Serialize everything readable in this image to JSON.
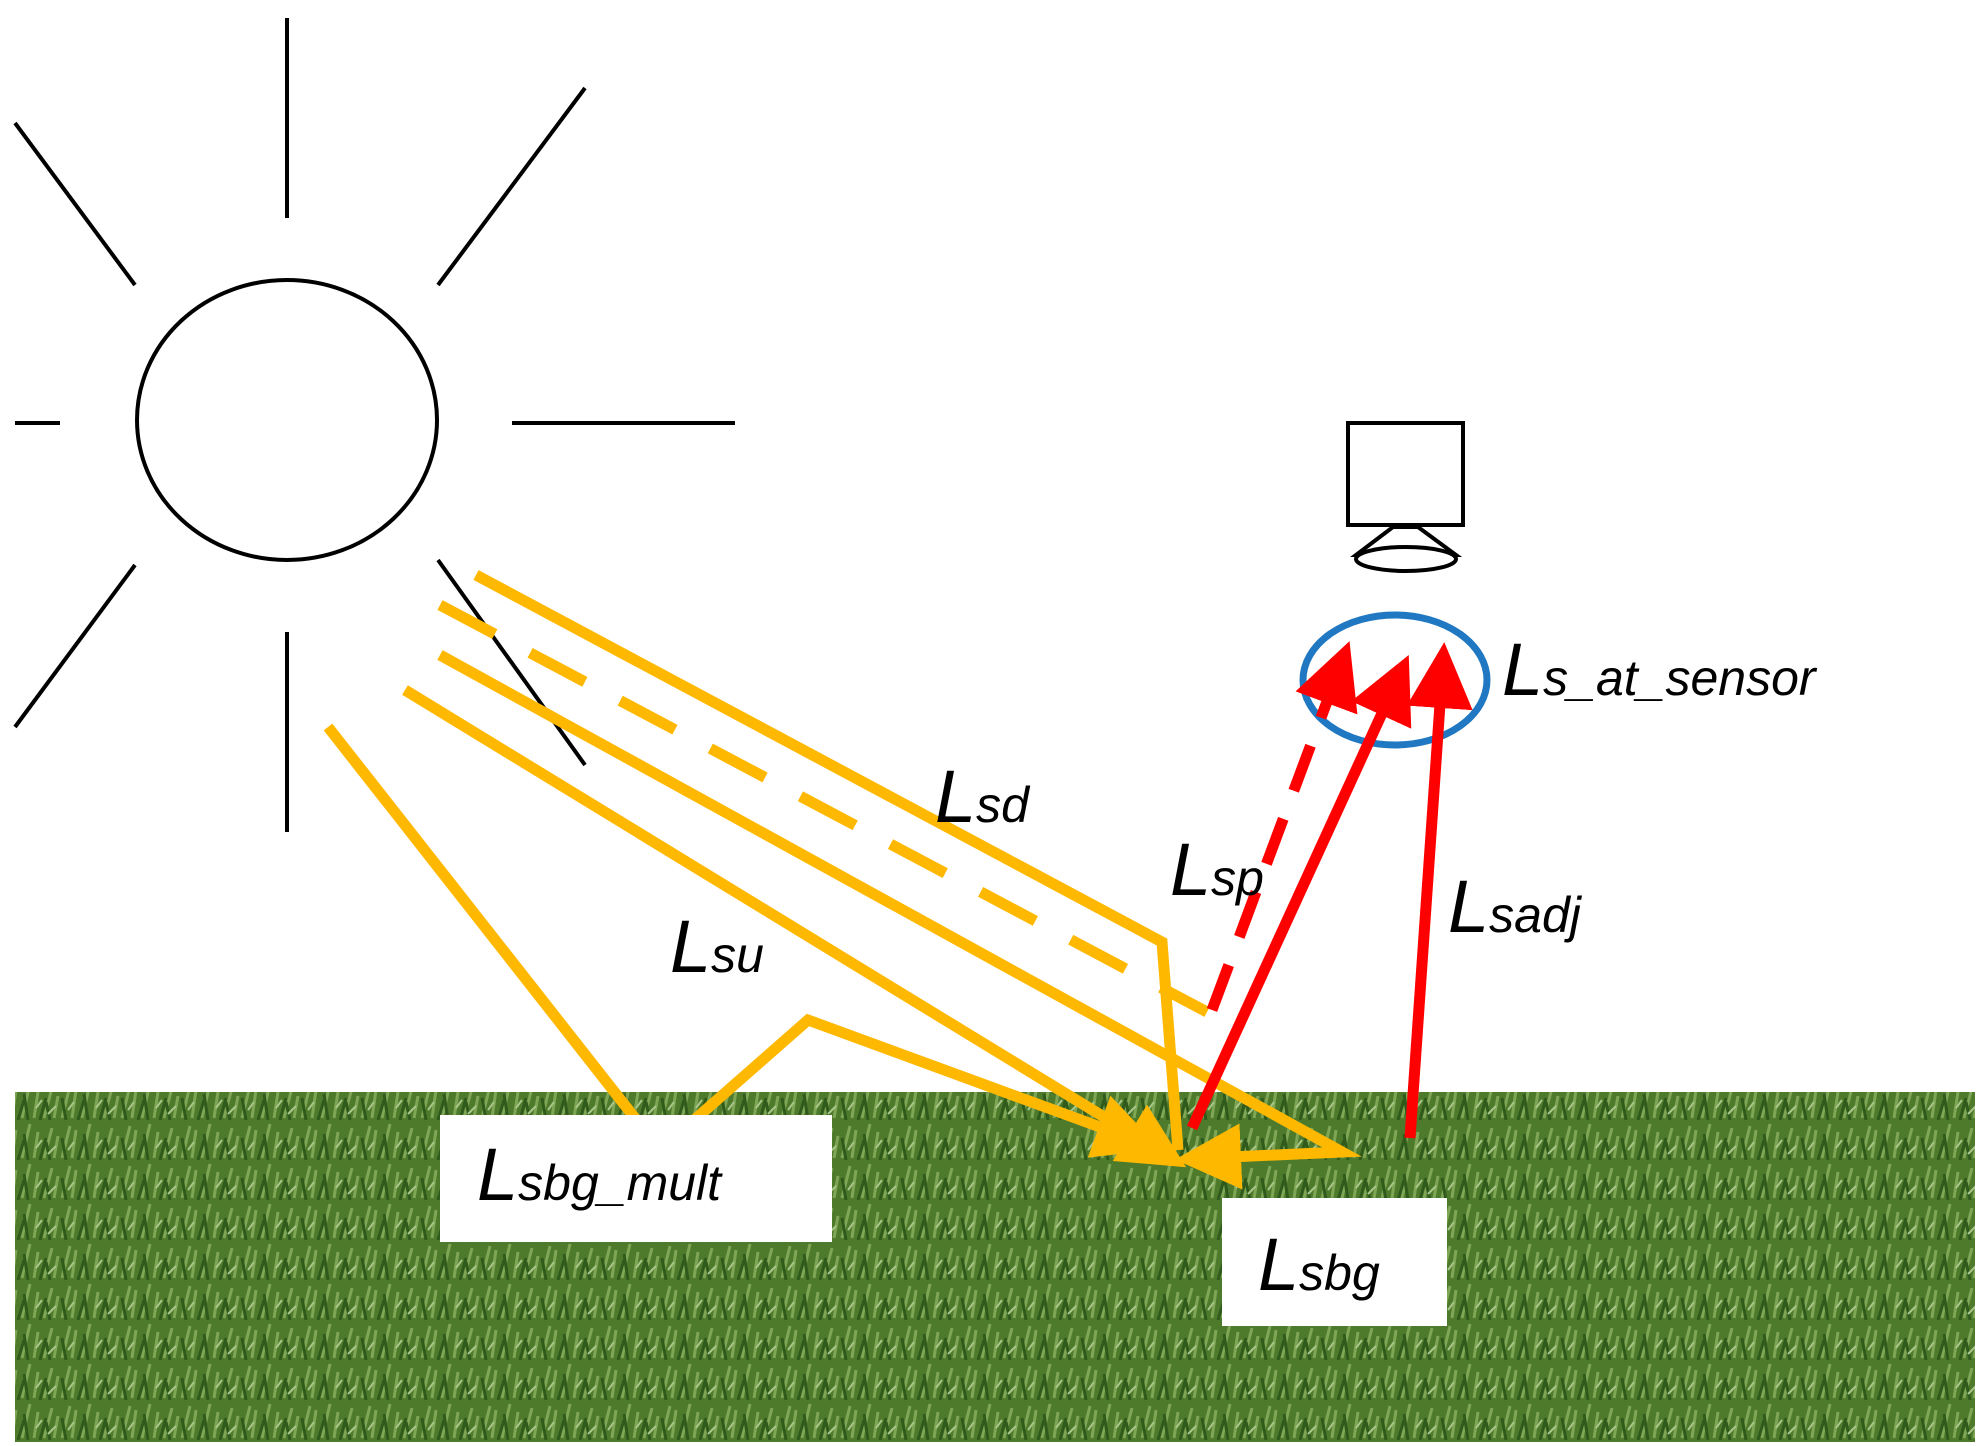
{
  "colors": {
    "background": "#ffffff",
    "sun_outline": "#000000",
    "solar_path": "#FFB800",
    "surface_leaving": "#FF0000",
    "sensor_view": "#1F78C1",
    "ground_grass": "#4E7A2C",
    "label_box": "#ffffff"
  },
  "icons": {
    "sun": "sun-icon",
    "sensor": "sensor-icon"
  },
  "labels": {
    "s_at_sensor": {
      "main": "L",
      "sub": "s_at_sensor"
    },
    "sd": {
      "main": "L",
      "sub": "sd"
    },
    "sp": {
      "main": "L",
      "sub": "sp"
    },
    "su": {
      "main": "L",
      "sub": "su"
    },
    "sadj": {
      "main": "L",
      "sub": "sadj"
    },
    "sbg_mult": {
      "main": "L",
      "sub": "sbg_mult"
    },
    "sbg": {
      "main": "L",
      "sub": "sbg"
    }
  }
}
